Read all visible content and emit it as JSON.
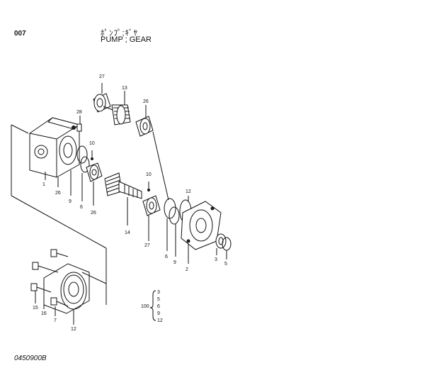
{
  "header": {
    "page_no": "007",
    "title_jp": "ﾎﾟﾝﾌﾟ;ｷﾞﾔ",
    "title_en": "PUMP ; GEAR"
  },
  "figure_code": "0450900B",
  "callouts": {
    "c27a": "27",
    "c13": "13",
    "c26a": "26",
    "c28": "28",
    "c10a": "10",
    "c1": "1",
    "c26b": "26",
    "c9a": "9",
    "c6a": "6",
    "c26c": "26",
    "c14": "14",
    "c10b": "10",
    "c27b": "27",
    "c12a": "12",
    "c6b": "6",
    "c9b": "9",
    "c2": "2",
    "c3": "3",
    "c5": "5",
    "c15": "15",
    "c16": "16",
    "c7": "7",
    "c12b": "12"
  },
  "kit": {
    "label": "100",
    "items": [
      "3",
      "5",
      "6",
      "9",
      "12"
    ]
  }
}
